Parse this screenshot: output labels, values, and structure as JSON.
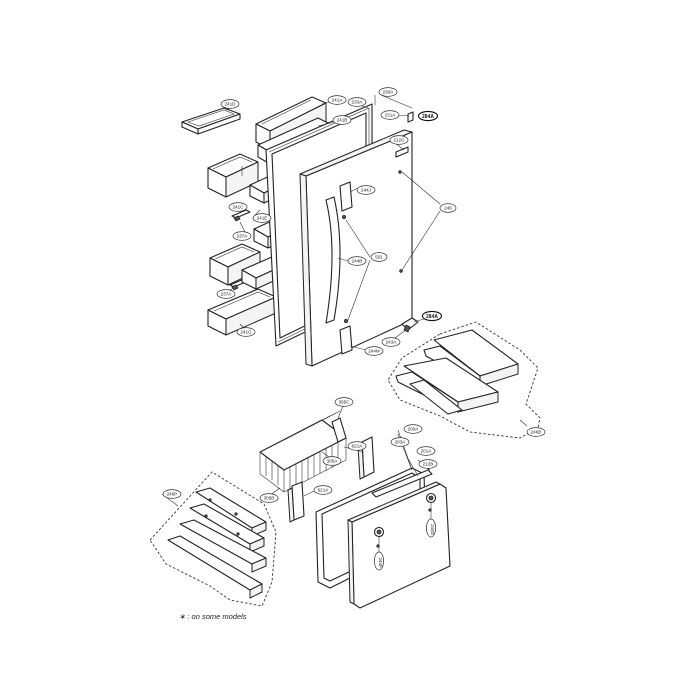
{
  "labels": {
    "l241d": "241D",
    "l241a": "241A",
    "l233a": "233A",
    "l230a": "230A",
    "l231a": "231A",
    "l284a_top": "284A",
    "l241b": "241B",
    "l212g": "212G",
    "l244j": "244J",
    "l241c": "241C",
    "l241e": "241E",
    "l237a_1": "237A",
    "l246": "246",
    "l244b": "244B",
    "l501": "501",
    "l237a_2": "237A",
    "l241g": "241G",
    "l284a_bot": "284A",
    "l243a": "243A",
    "l244m": "244M",
    "l246b": "246B",
    "l305c": "305C",
    "l621a_1": "621A",
    "l203a": "203A",
    "l200a": "200A",
    "l201a": "201A",
    "l212b": "212B",
    "l305a": "305A",
    "l305b": "305B",
    "l246p": "246P",
    "l621a_2": "621A",
    "l244g": "244G",
    "l244f": "244F"
  },
  "note": "∗ : on some models"
}
